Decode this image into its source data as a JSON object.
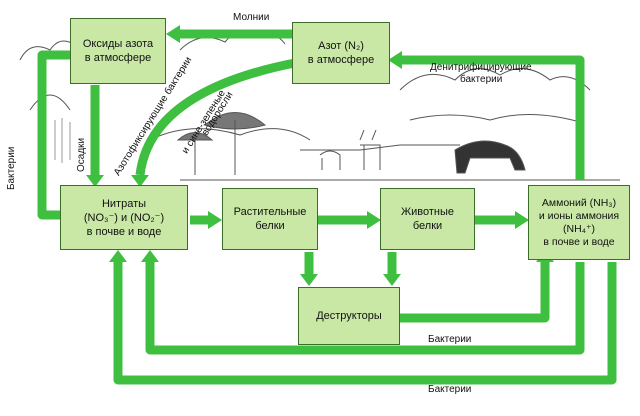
{
  "colors": {
    "arrow": "#3fbf3f",
    "box_fill": "#c9e8a6",
    "box_border": "#3c6e2a",
    "ink": "#222222"
  },
  "boxes": {
    "oxides": {
      "line1": "Оксиды азота",
      "line2": "в атмосфере"
    },
    "nitrogen": {
      "line1": "Азот  (N₂)",
      "line2": "в атмосфере"
    },
    "nitrates": {
      "line1": "Нитраты",
      "line2": "(NO₃⁻) и (NO₂⁻)",
      "line3": "в почве и воде"
    },
    "plant": {
      "line1": "Растительные",
      "line2": "белки"
    },
    "animal": {
      "line1": "Животные",
      "line2": "белки"
    },
    "ammonium": {
      "line1": "Аммоний (NH₃)",
      "line2": "и ионы аммония",
      "line3": "(NH₄⁺)",
      "line4": "в почве и воде"
    },
    "decomposers": {
      "line1": "Деструкторы"
    }
  },
  "labels": {
    "lightning": "Молнии",
    "denitrifying_1": "Денитрифицирующие",
    "denitrifying_2": "бактерии",
    "bacteria_left": "Бактерии",
    "precipitation": "Осадки",
    "nitrogen_fixing": "Азотофиксирующие бактерии",
    "bluegreen_1": "и сине-зеленые",
    "bluegreen_2": "водоросли",
    "bacteria_mid": "Бактерии",
    "bacteria_bottom": "Бактерии"
  }
}
